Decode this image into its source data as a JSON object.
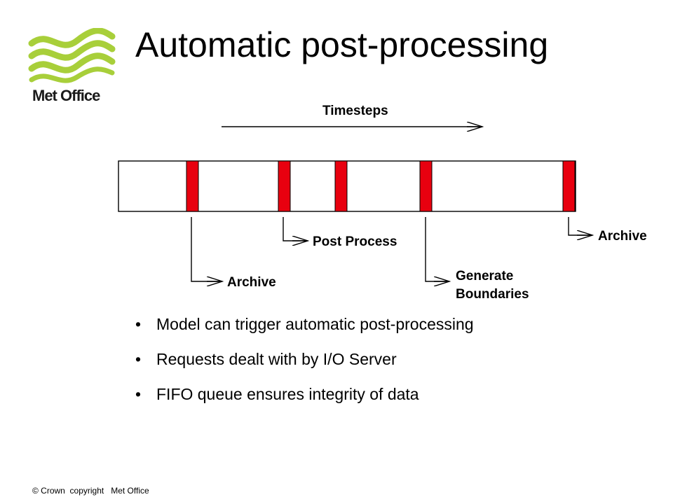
{
  "brand": {
    "logo_text": "Met Office",
    "logo_color": "#a8cf3a"
  },
  "slide": {
    "title": "Automatic post-processing"
  },
  "diagram": {
    "timeline_label": "Timesteps",
    "marker_color": "#e8000f",
    "callouts": {
      "archive_first": "Archive",
      "post_process": "Post Process",
      "generate_line1": "Generate",
      "generate_line2": "Boundaries",
      "archive_last": "Archive"
    }
  },
  "bullets": [
    "Model can trigger automatic post-processing",
    "Requests dealt with by I/O Server",
    "FIFO queue ensures integrity of data"
  ],
  "bullet_glyph": "•",
  "footer": {
    "copyright": "© Crown  copyright   Met Office"
  }
}
